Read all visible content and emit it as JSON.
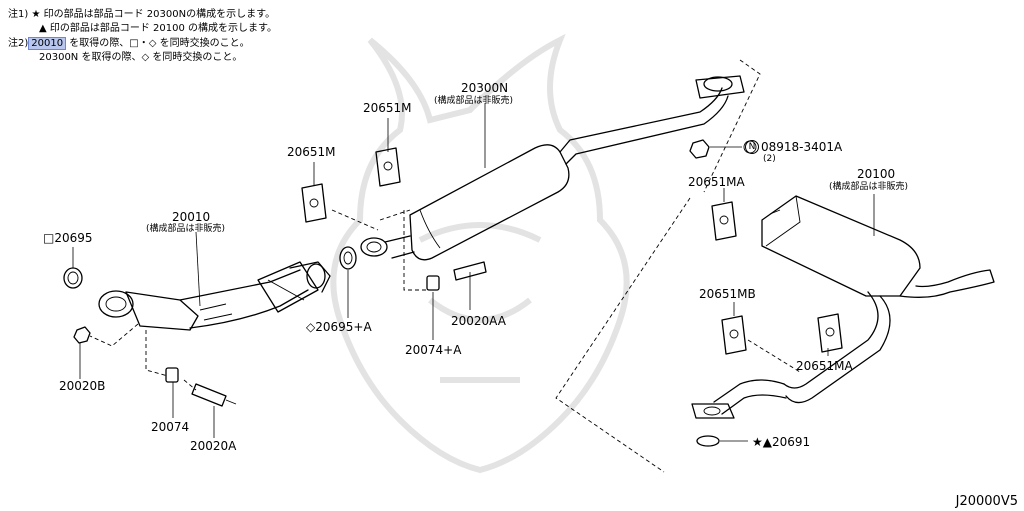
{
  "notes": {
    "n1_prefix": "注1)",
    "n1_line1": "★ 印の部品は部品コード 20300Nの構成を示します。",
    "n1_line2": "▲ 印の部品は部品コード 20100 の構成を示します。",
    "n2_prefix": "注2)",
    "n2_highlight": "20010",
    "n2_line1_rest": "を取得の際、□・◇ を同時交換のこと。",
    "n2_line2": "20300N を取得の際、◇ を同時交換のこと。"
  },
  "labels": {
    "p20300N": "20300N",
    "p20300N_sub": "(構成部品は非販売)",
    "p20651M_a": "20651M",
    "p20651M_b": "20651M",
    "p20010": "20010",
    "p20010_sub": "(構成部品は非販売)",
    "p20695": "□20695",
    "p20695A": "◇20695+A",
    "p20074A": "20074+A",
    "p20020AA": "20020AA",
    "p20020B": "20020B",
    "p20074": "20074",
    "p20020A": "20020A",
    "p08918": "08918-3401A",
    "p08918_circle": "N",
    "p08918_qty": "(2)",
    "p20100": "20100",
    "p20100_sub": "(構成部品は非販売)",
    "p20651MA_a": "20651MA",
    "p20651MB": "20651MB",
    "p20651MA_b": "20651MA",
    "p20691": "★▲20691"
  },
  "diagram_code": "J20000V5"
}
